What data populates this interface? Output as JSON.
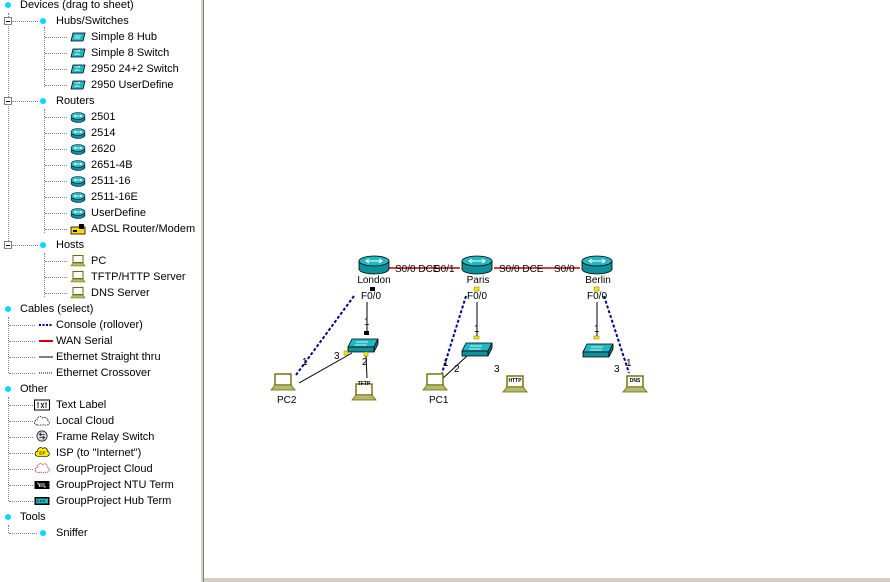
{
  "tree": {
    "devices_title": "Devices (drag to sheet)",
    "hubs": {
      "label": "Hubs/Switches",
      "items": [
        "Simple 8 Hub",
        "Simple 8 Switch",
        "2950 24+2 Switch",
        "2950 UserDefine"
      ]
    },
    "routers": {
      "label": "Routers",
      "items": [
        "2501",
        "2514",
        "2620",
        "2651-4B",
        "2511-16",
        "2511-16E",
        "UserDefine",
        "ADSL Router/Modem"
      ]
    },
    "hosts": {
      "label": "Hosts",
      "items": [
        "PC",
        "TFTP/HTTP Server",
        "DNS Server"
      ]
    },
    "cables": {
      "label": "Cables (select)",
      "items": [
        "Console (rollover)",
        "WAN Serial",
        "Ethernet Straight thru",
        "Ethernet Crossover"
      ]
    },
    "other": {
      "label": "Other",
      "items": [
        "Text Label",
        "Local Cloud",
        "Frame Relay Switch",
        "ISP (to \"Internet\")",
        "GroupProject Cloud",
        "GroupProject NTU Term",
        "GroupProject Hub Term"
      ]
    },
    "tools": {
      "label": "Tools",
      "items": [
        "Sniffer"
      ]
    }
  },
  "icons": {
    "hub": "hub-icon",
    "switch": "switch-icon",
    "router": "router-icon",
    "adsl": "adsl-modem-icon",
    "pc": "pc-icon",
    "server": "server-icon",
    "text": "text-label-icon",
    "cloud": "cloud-icon",
    "frame": "frame-relay-icon",
    "isp": "isp-icon",
    "gpcloud": "group-cloud-icon",
    "ntu": "ntu-term-icon",
    "hubterm": "hub-term-icon"
  },
  "colors": {
    "accent_dot": "#00d8ff",
    "device": "#1fb8c4",
    "console_cable": "#00008b",
    "serial_cable": "#cc0000"
  },
  "network": {
    "routers": [
      "London",
      "Paris",
      "Berlin"
    ],
    "links": [
      "S0/0 DCE",
      "S0/1",
      "S0/0 DCE",
      "S0/0"
    ],
    "interfaces": [
      "F0/0",
      "F0/0",
      "F0/0"
    ],
    "hosts": [
      "PC2",
      "PC1"
    ],
    "server_badges": [
      "TFTP",
      "HTTP",
      "DNS"
    ],
    "ports": [
      "1",
      "1",
      "1",
      "1",
      "2",
      "3",
      "1",
      "2",
      "3",
      "1",
      "3"
    ]
  }
}
